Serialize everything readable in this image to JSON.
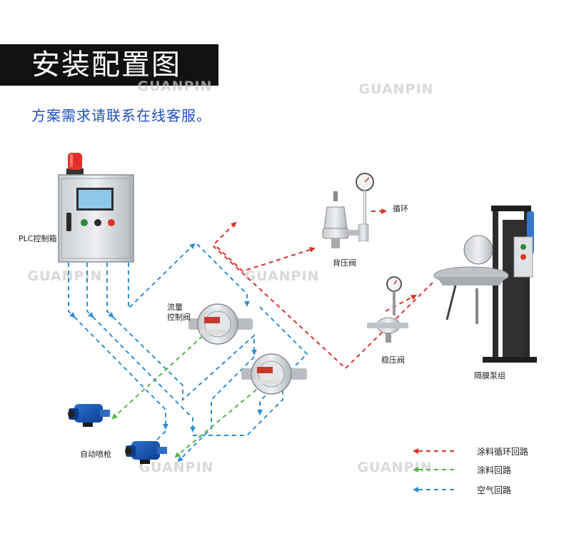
{
  "header": {
    "title": "安装配置图",
    "subtitle": "方案需求请联系在线客服。"
  },
  "components": {
    "plc": "PLC控制箱",
    "flow_valve_line1": "流量",
    "flow_valve_line2": "控制阀",
    "back_pressure_valve": "背压阀",
    "circulation": "循环",
    "regulator": "稳压阀",
    "pump": "隔膜泵组",
    "spray_gun": "自动喷枪"
  },
  "legend": {
    "paint_circulation": "涂料循环回路",
    "paint": "涂料回路",
    "air": "空气回路"
  },
  "colors": {
    "paint_circulation": "#d9342b",
    "paint": "#58b44a",
    "air": "#2f8fd6"
  },
  "watermark": {
    "brand": "GUANPIN"
  }
}
